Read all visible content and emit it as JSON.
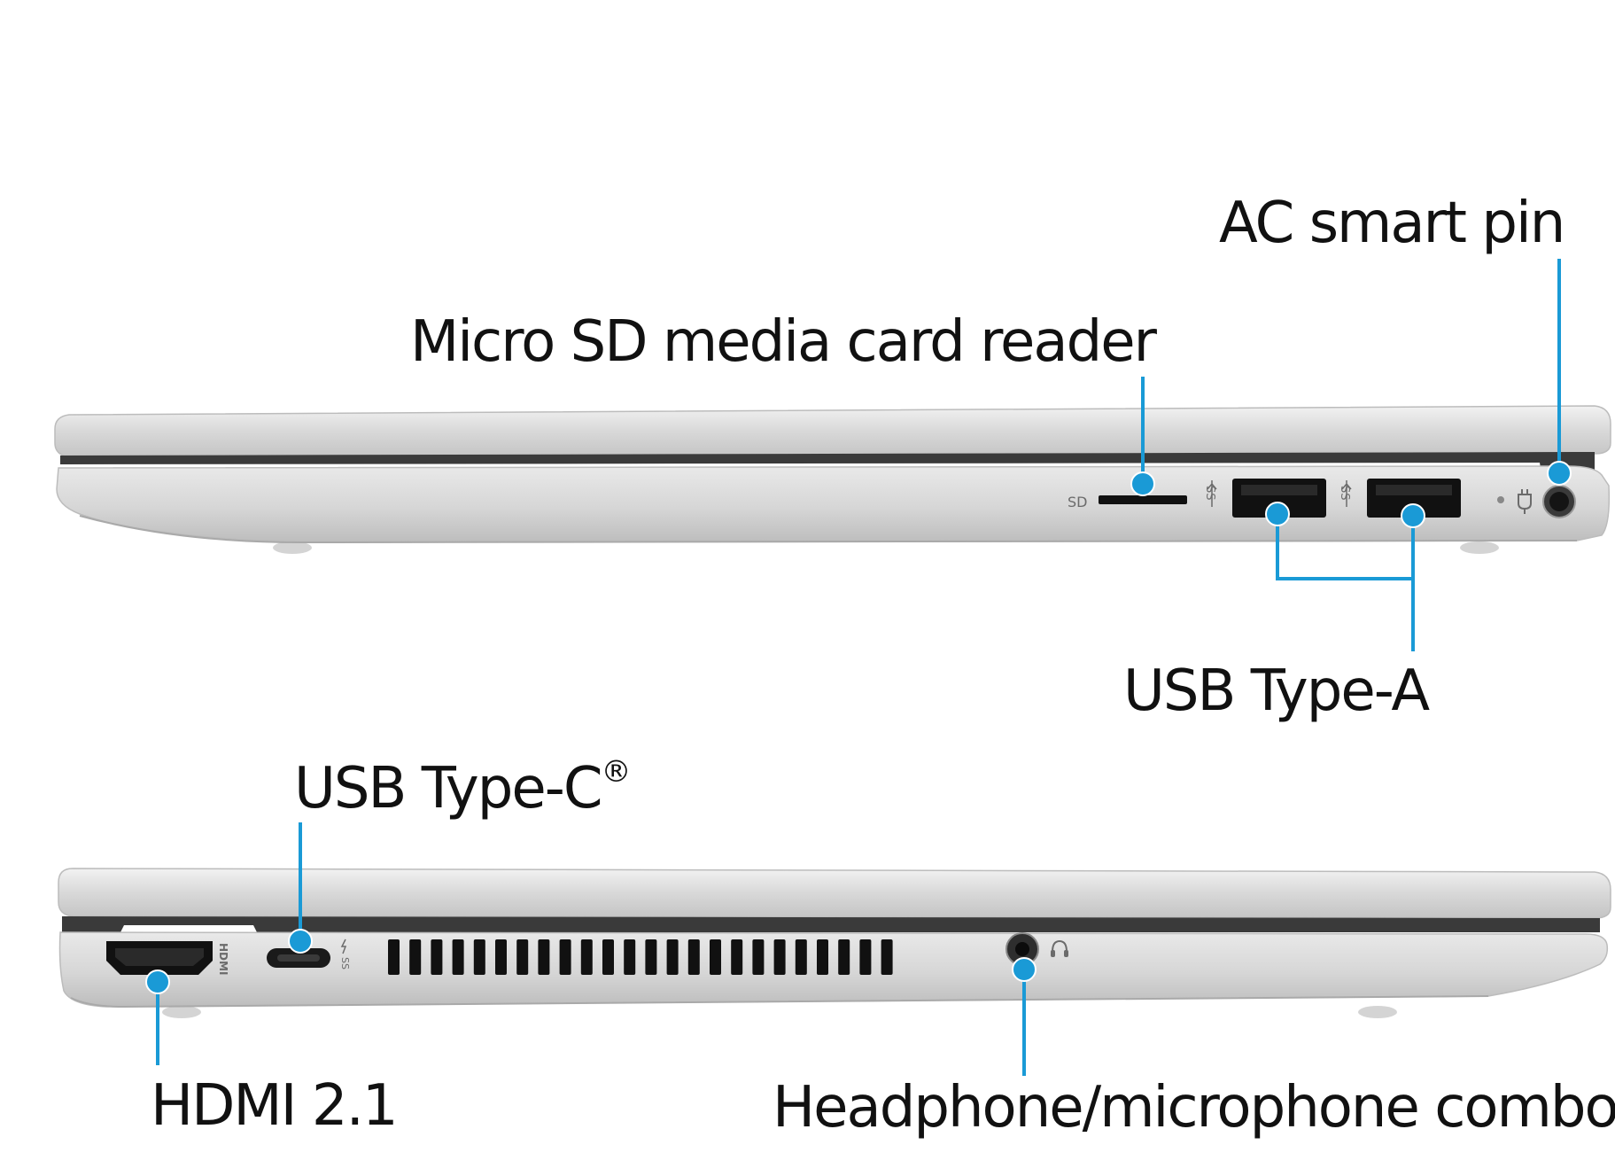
{
  "labels": {
    "ac_smart_pin": "AC smart pin",
    "micro_sd": "Micro SD media card reader",
    "usb_type_a": "USB Type-A",
    "usb_type_c": "USB Type-C",
    "usb_type_c_mark": "®",
    "hdmi": "HDMI 2.1",
    "headphone": "Headphone/microphone combo"
  },
  "port_markings": {
    "sd": "SD",
    "hdmi_vertical": "HDMI"
  },
  "colors": {
    "callout": "#1a9ad6",
    "chassis": "#d9d9d9",
    "chassis_dark": "#b9b9b9",
    "port_black": "#111111"
  },
  "icons": [
    "usb-ss-icon",
    "power-plug-icon",
    "headset-icon",
    "thunderbolt-icon"
  ]
}
